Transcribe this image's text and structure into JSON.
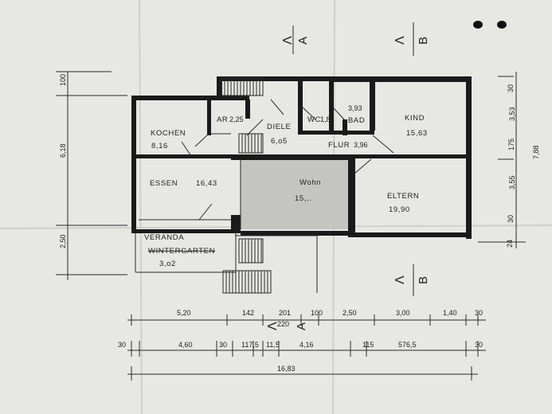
{
  "rooms": {
    "kochen": {
      "name": "KOCHEN",
      "area": "8,16"
    },
    "ar": {
      "name": "AR",
      "area": "2,25"
    },
    "diele": {
      "name": "DIELE",
      "area": "6,o5"
    },
    "wc": {
      "name": "WC",
      "area": "1,82"
    },
    "bad": {
      "name": "BAD",
      "area": "3,93"
    },
    "kind": {
      "name": "KIND",
      "area": "15,63"
    },
    "flur": {
      "name": "FLUR",
      "area": "3,96"
    },
    "essen": {
      "name": "ESSEN",
      "area": "16,43"
    },
    "wohn": {
      "name": "Wohn",
      "area": "15,.."
    },
    "eltern": {
      "name": "ELTERN",
      "area": "19,90"
    },
    "veranda": {
      "name": "VERANDA",
      "name2": "WINTERGARTEN",
      "area": "3,o2"
    }
  },
  "sections": {
    "a": "A",
    "b": "B",
    "mark": "Λ"
  },
  "dims_left": {
    "d100": "100",
    "d618": "6,18",
    "d250": "2,50"
  },
  "dims_right": {
    "d30a": "30",
    "d353a": "3,53",
    "d175": "175",
    "d788": "7,88",
    "d355": "3,55",
    "d30b": "30",
    "d24": "24"
  },
  "dims_row1": [
    "5,20",
    "142",
    "201",
    "100",
    "2,50",
    "3,00",
    "1,40",
    "30"
  ],
  "dims_row1_sub": "220",
  "dims_row2": [
    "30",
    "4,60",
    "30",
    "117,5",
    "11,5",
    "4,16",
    "115",
    "576,5",
    "30"
  ],
  "dims_total": "16,83",
  "colors": {
    "paper": "#e7e7e4",
    "ink": "#1a1a1a",
    "shade": "#c4c4c0"
  }
}
